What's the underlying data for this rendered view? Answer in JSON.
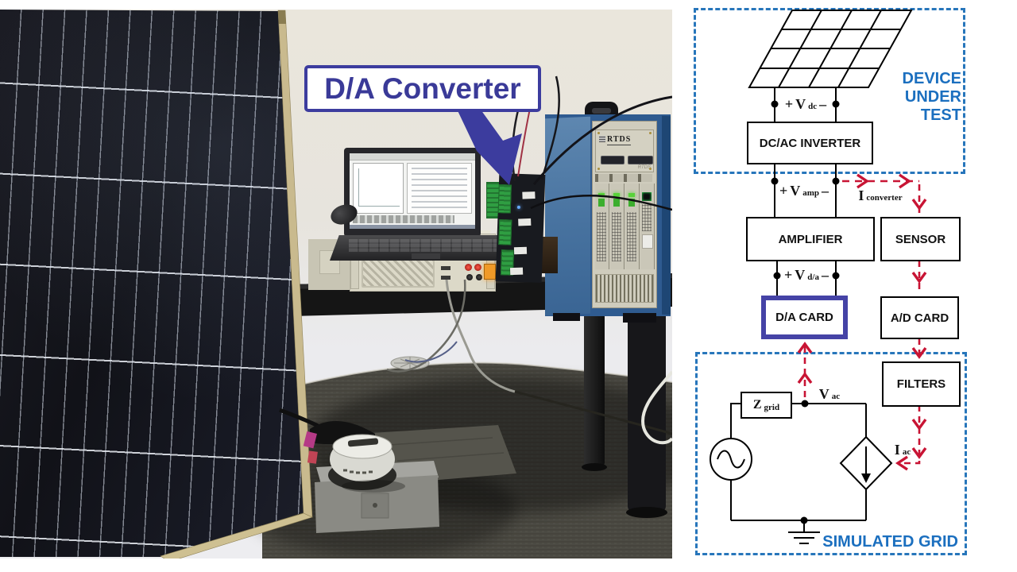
{
  "annotation": {
    "label": "D/A Converter"
  },
  "photo": {
    "rtds_brand": "RTDS"
  },
  "diagram": {
    "regions": {
      "dut_line1": "DEVICE",
      "dut_line2": "UNDER TEST",
      "sim_grid": "SIMULATED GRID"
    },
    "blocks": {
      "inverter": "DC/AC INVERTER",
      "amplifier": "AMPLIFIER",
      "sensor": "SENSOR",
      "da_card": "D/A CARD",
      "ad_card": "A/D CARD",
      "filters": "FILTERS"
    },
    "signals": {
      "vdc": {
        "plus": "+",
        "main": "V",
        "sub": "dc",
        "minus": "–"
      },
      "vamp": {
        "plus": "+",
        "main": "V",
        "sub": "amp",
        "minus": "–"
      },
      "vda": {
        "plus": "+",
        "main": "V",
        "sub": "d/a",
        "minus": "–"
      },
      "iconverter": {
        "main": "I",
        "sub": "converter"
      },
      "vac": {
        "main": "V",
        "sub": "ac"
      },
      "iac": {
        "main": "I",
        "sub": "ac"
      },
      "zgrid": {
        "main": "Z",
        "sub": "grid"
      }
    },
    "colors": {
      "region_blue": "#1b6fbf",
      "signal_red": "#c81434",
      "da_highlight": "#4543a6",
      "callout_indigo": "#3c3c9e"
    }
  }
}
